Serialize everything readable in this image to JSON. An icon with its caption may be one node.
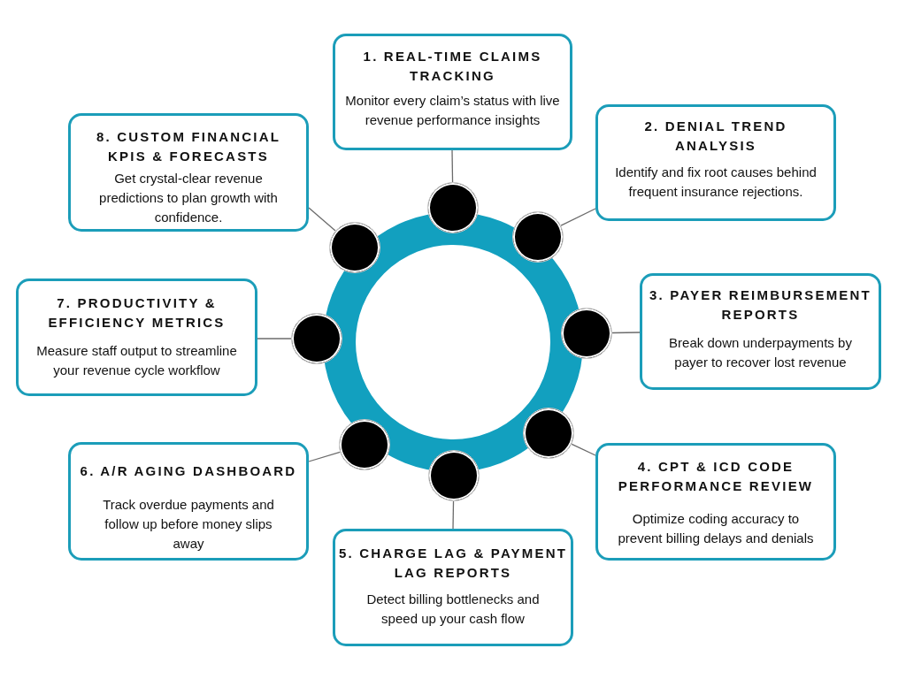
{
  "diagram": {
    "nodes": [
      {
        "text": [
          "1. REAL-TIME CLAIMS TRACKING",
          "Monitor every claim’s status with live revenue performance insights"
        ]
      },
      {
        "text": [
          "2. DENIAL TREND ANALYSIS",
          "Identify and fix root causes behind frequent insurance rejections."
        ]
      },
      {
        "text": [
          "3. PAYER REIMBURSEMENT REPORTS",
          "Break down underpayments by payer to recover lost revenue"
        ]
      },
      {
        "text": [
          "4. CPT & ICD CODE PERFORMANCE REVIEW",
          "Optimize coding accuracy to prevent billing delays and denials"
        ]
      },
      {
        "text": [
          "5. CHARGE LAG & PAYMENT LAG REPORTS",
          "Detect billing bottlenecks and speed up your cash flow"
        ]
      },
      {
        "text": [
          "6. A/R AGING DASHBOARD",
          "Track overdue payments and follow up before money slips away"
        ]
      },
      {
        "text": [
          "7. PRODUCTIVITY & EFFICIENCY METRICS",
          "Measure staff output to streamline your revenue cycle workflow"
        ]
      },
      {
        "text": [
          "8. CUSTOM FINANCIAL KPIS & FORECASTS",
          "Get crystal-clear revenue predictions to plan growth with confidence."
        ]
      },
      {
        "text": [],
        "shape": "circle"
      },
      {
        "text": [],
        "shape": "circle"
      },
      {
        "text": [],
        "shape": "circle"
      },
      {
        "text": [],
        "shape": "circle"
      },
      {
        "text": [],
        "shape": "circle"
      },
      {
        "text": [],
        "shape": "circle"
      },
      {
        "text": [],
        "shape": "circle"
      },
      {
        "text": [],
        "shape": "circle"
      }
    ],
    "edges": [
      {
        "from": 0,
        "to": 8,
        "arrow": "none"
      },
      {
        "from": 1,
        "to": 9,
        "arrow": "none"
      },
      {
        "from": 2,
        "to": 10,
        "arrow": "none"
      },
      {
        "from": 3,
        "to": 11,
        "arrow": "none"
      },
      {
        "from": 4,
        "to": 12,
        "arrow": "none"
      },
      {
        "from": 5,
        "to": 13,
        "arrow": "none"
      },
      {
        "from": 6,
        "to": 14,
        "arrow": "none"
      },
      {
        "from": 7,
        "to": 15,
        "arrow": "none"
      }
    ]
  }
}
